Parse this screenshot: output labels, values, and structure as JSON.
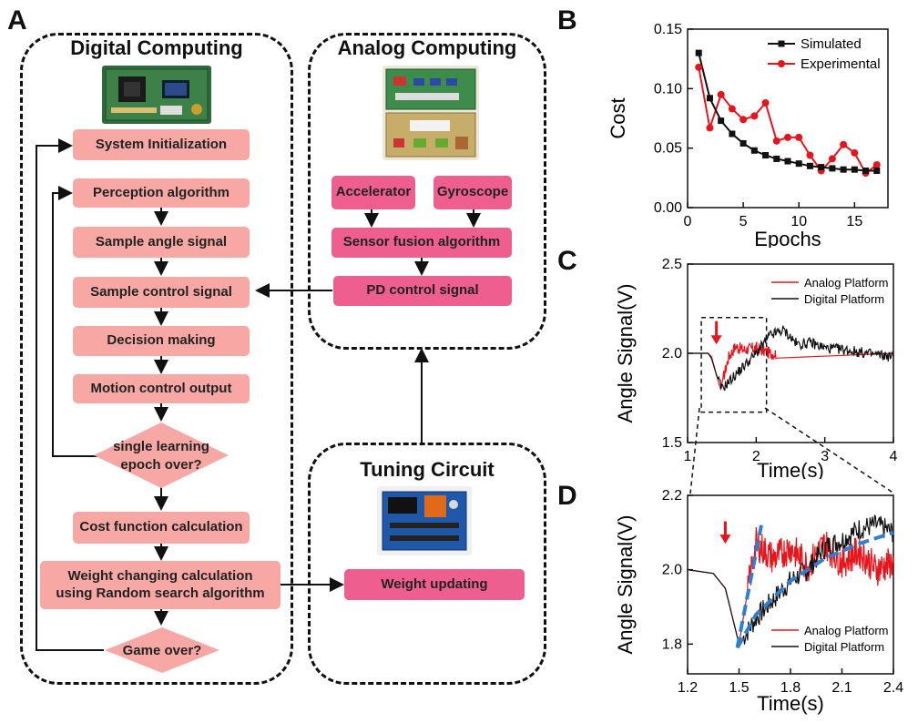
{
  "panels": {
    "a": "A",
    "b": "B",
    "c": "C",
    "d": "D"
  },
  "groups": {
    "digital": "Digital Computing",
    "analog": "Analog Computing",
    "tuning": "Tuning Circuit"
  },
  "steps": {
    "system_init": "System Initialization",
    "perception": "Perception algorithm",
    "sample_angle": "Sample angle signal",
    "sample_control": "Sample control signal",
    "decision": "Decision making",
    "motion": "Motion control output",
    "epoch_q1": "single learning",
    "epoch_q2": "epoch over?",
    "cost_calc": "Cost function calculation",
    "weight_calc1": "Weight changing  calculation",
    "weight_calc2": "using Random search algorithm",
    "game_over": "Game over?",
    "accelerator": "Accelerator",
    "gyroscope": "Gyroscope",
    "sensor_fusion": "Sensor fusion algorithm",
    "pd_control": "PD control signal",
    "weight_updating": "Weight updating"
  },
  "colors": {
    "step": "#f7a8a4",
    "step_hot": "#ee5f90",
    "red": "#e8141c",
    "black": "#111111",
    "blue_dashed": "#2f7fd0"
  },
  "chart_data": [
    {
      "type": "line",
      "panel": "B",
      "xlabel": "Epochs",
      "ylabel": "Cost",
      "xlim": [
        0,
        18
      ],
      "ylim": [
        0.0,
        0.15
      ],
      "xticks": [
        0,
        5,
        10,
        15
      ],
      "yticks": [
        0.0,
        0.05,
        0.1,
        0.15
      ],
      "ytick_labels": [
        "0.00",
        "0.05",
        "0.10",
        "0.15"
      ],
      "legend_position": "top-right",
      "series": [
        {
          "name": "Simulated",
          "color": "#111111",
          "marker": "square",
          "x": [
            1,
            2,
            3,
            4,
            5,
            6,
            7,
            8,
            9,
            10,
            11,
            12,
            13,
            14,
            15,
            16,
            17
          ],
          "y": [
            0.13,
            0.092,
            0.073,
            0.062,
            0.054,
            0.048,
            0.044,
            0.041,
            0.039,
            0.037,
            0.035,
            0.034,
            0.033,
            0.032,
            0.032,
            0.031,
            0.031
          ]
        },
        {
          "name": "Experimental",
          "color": "#e8141c",
          "marker": "circle",
          "x": [
            1,
            2,
            3,
            4,
            5,
            6,
            7,
            8,
            9,
            10,
            11,
            12,
            13,
            14,
            15,
            16,
            17
          ],
          "y": [
            0.118,
            0.067,
            0.095,
            0.083,
            0.074,
            0.077,
            0.088,
            0.056,
            0.059,
            0.059,
            0.044,
            0.031,
            0.041,
            0.053,
            0.046,
            0.029,
            0.036
          ]
        }
      ]
    },
    {
      "type": "line",
      "panel": "C",
      "xlabel": "Time(s)",
      "ylabel": "Angle Signal(V)",
      "xlim": [
        1,
        4
      ],
      "ylim": [
        1.5,
        2.5
      ],
      "xticks": [
        1,
        2,
        3,
        4
      ],
      "yticks": [
        1.5,
        2.0,
        2.5
      ],
      "ytick_labels": [
        "1.5",
        "2.0",
        "2.5"
      ],
      "legend_position": "top-right",
      "zoom_box": {
        "x": [
          1.2,
          2.15
        ],
        "y": [
          1.67,
          2.2
        ]
      },
      "annotation": {
        "type": "red-arrow",
        "x": 1.42,
        "y_from": 2.18,
        "y_to": 2.05
      },
      "series": [
        {
          "name": "Analog Platform",
          "color": "#e8141c",
          "x": [
            1.0,
            1.3,
            1.35,
            1.42,
            1.48,
            1.5,
            1.6,
            1.7,
            1.8,
            2.0,
            2.2,
            4.0
          ],
          "y": [
            2.0,
            2.0,
            1.98,
            1.88,
            1.8,
            1.83,
            1.98,
            2.04,
            2.02,
            2.03,
            2.0,
            2.0
          ]
        },
        {
          "name": "Digital Platform",
          "color": "#111111",
          "x": [
            1.0,
            1.3,
            1.35,
            1.42,
            1.5,
            1.7,
            2.0,
            2.2,
            2.4,
            2.6,
            2.8,
            3.0,
            3.3,
            3.6,
            4.0
          ],
          "y": [
            2.0,
            2.0,
            1.97,
            1.88,
            1.8,
            1.88,
            2.0,
            2.1,
            2.13,
            2.05,
            2.06,
            2.03,
            2.02,
            2.0,
            1.98
          ]
        }
      ]
    },
    {
      "type": "line",
      "panel": "D",
      "xlabel": "Time(s)",
      "ylabel": "Angle Signal(V)",
      "xlim": [
        1.2,
        2.4
      ],
      "ylim": [
        1.72,
        2.2
      ],
      "xticks": [
        1.2,
        1.5,
        1.8,
        2.1,
        2.4
      ],
      "yticks": [
        1.8,
        2.0,
        2.2
      ],
      "ytick_labels": [
        "1.8",
        "2.0",
        "2.2"
      ],
      "legend_position": "bottom-right",
      "annotation": {
        "type": "red-arrow",
        "x": 1.42,
        "y_from": 2.13,
        "y_to": 2.07
      },
      "series": [
        {
          "name": "Analog Platform",
          "color": "#e8141c",
          "x": [
            1.2,
            1.35,
            1.42,
            1.5,
            1.56,
            1.6,
            1.7,
            1.8,
            1.9,
            2.0,
            2.1,
            2.2,
            2.3,
            2.4
          ],
          "y": [
            2.0,
            1.99,
            1.95,
            1.8,
            1.97,
            2.07,
            2.03,
            2.06,
            2.01,
            2.07,
            2.02,
            2.05,
            2.0,
            2.02
          ]
        },
        {
          "name": "Digital Platform",
          "color": "#111111",
          "x": [
            1.2,
            1.35,
            1.42,
            1.5,
            1.6,
            1.7,
            1.8,
            1.9,
            2.0,
            2.1,
            2.2,
            2.3,
            2.4
          ],
          "y": [
            2.0,
            1.99,
            1.95,
            1.8,
            1.87,
            1.92,
            1.97,
            2.0,
            2.06,
            2.08,
            2.11,
            2.12,
            2.1
          ]
        }
      ],
      "fit_lines": [
        {
          "color": "#2f7fd0",
          "style": "dashed",
          "x": [
            1.49,
            1.63
          ],
          "y": [
            1.79,
            2.12
          ]
        },
        {
          "color": "#2f7fd0",
          "style": "dashed",
          "x": [
            1.49,
            1.6,
            1.8,
            2.0,
            2.2,
            2.4
          ],
          "y": [
            1.79,
            1.88,
            1.97,
            2.03,
            2.07,
            2.1
          ]
        }
      ]
    }
  ]
}
